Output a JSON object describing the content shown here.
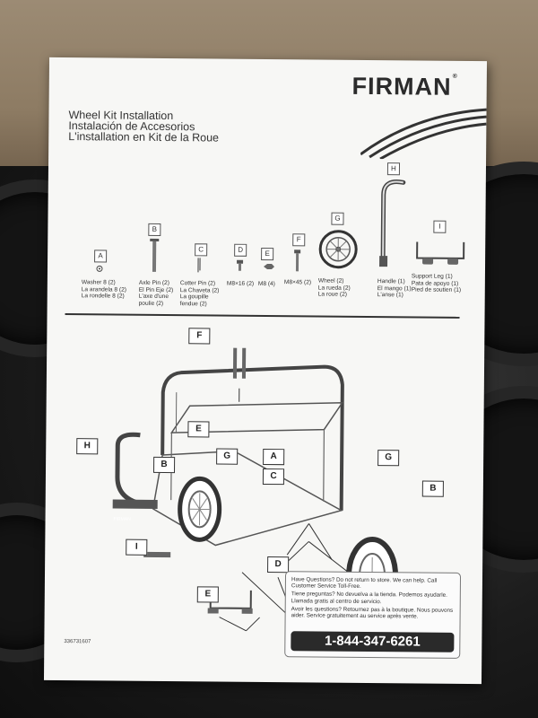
{
  "brand": {
    "name": "FIRMAN",
    "registered_mark": "®"
  },
  "titles": [
    "Wheel Kit Installation",
    "Instalación de Accesorios",
    "L'installation en Kit de la Roue"
  ],
  "parts": [
    {
      "letter": "A",
      "lines": [
        "Washer 8 (2)",
        "La arandela 8 (2)",
        "La rondelle 8 (2)"
      ]
    },
    {
      "letter": "B",
      "lines": [
        "Axle Pin (2)",
        "El Pin Eje (2)",
        "L'axe d'une",
        "poulie (2)"
      ]
    },
    {
      "letter": "C",
      "lines": [
        "Cotter Pin (2)",
        "La Chaveta (2)",
        "La goupille",
        "fendue (2)"
      ]
    },
    {
      "letter": "D",
      "lines": [
        "M8×16 (2)"
      ]
    },
    {
      "letter": "E",
      "lines": [
        "M8 (4)"
      ]
    },
    {
      "letter": "F",
      "lines": [
        "M8×45 (2)"
      ]
    },
    {
      "letter": "G",
      "lines": [
        "Wheel (2)",
        "La rueda (2)",
        "La roue (2)"
      ]
    },
    {
      "letter": "H",
      "lines": [
        "Handle (1)",
        "El mango (1)",
        "L'anse (1)"
      ]
    },
    {
      "letter": "I",
      "lines": [
        "Support Leg (1)",
        "Pata de apoyo (1)",
        "Pied de soutien (1)"
      ]
    }
  ],
  "diagram": {
    "callouts": {
      "F": "F",
      "E_top": "E",
      "H": "H",
      "B_left": "B",
      "G_left": "G",
      "A": "A",
      "C": "C",
      "G_right": "G",
      "B_right": "B",
      "I": "I",
      "D": "D",
      "E_bottom": "E"
    },
    "unit_label": "FIRMAN"
  },
  "help": {
    "en": "Have Questions? Do not return to store. We can help. Call Customer Service Toll-Free.",
    "es": "Tiene preguntas? No devuelva a la tienda. Podemos ayudarle. Llamada gratis al centro de servicio.",
    "fr": "Avoir les questions? Retournez pas à la boutique. Nous pouvons aider. Service gratuitement au service après vente.",
    "phone": "1-844-347-6261"
  },
  "doc_number": "336731607"
}
